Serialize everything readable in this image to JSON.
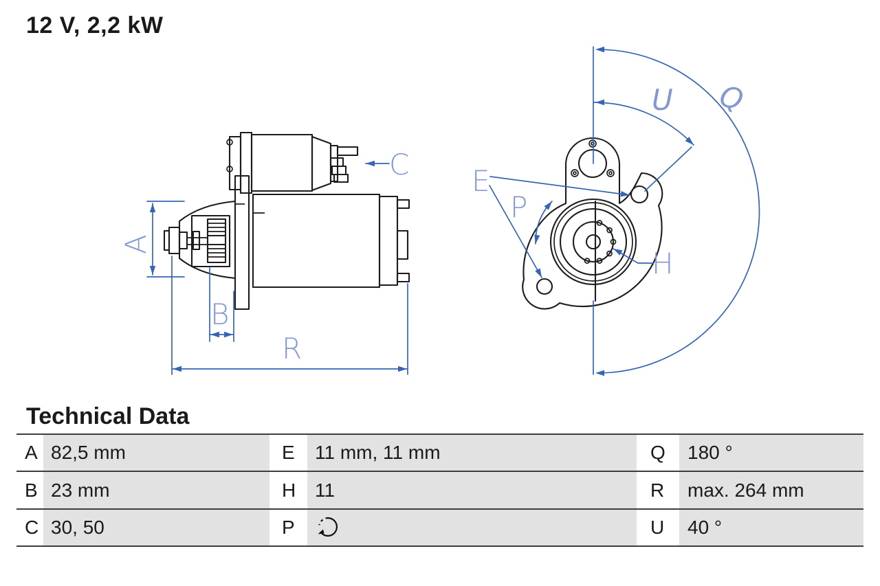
{
  "page": {
    "title": "12 V, 2,2 kW"
  },
  "tech_table": {
    "heading": "Technical Data",
    "rows": [
      {
        "cells": [
          {
            "label": "A",
            "value": "82,5 mm"
          },
          {
            "label": "E",
            "value": "11 mm, 11 mm"
          },
          {
            "label": "Q",
            "value": "180 °"
          }
        ]
      },
      {
        "cells": [
          {
            "label": "B",
            "value": "23 mm"
          },
          {
            "label": "H",
            "value": "11"
          },
          {
            "label": "R",
            "value": "max. 264 mm"
          }
        ]
      },
      {
        "cells": [
          {
            "label": "C",
            "value": "30, 50"
          },
          {
            "label": "P",
            "value": "",
            "icon": "rotation-direction-ccw-icon"
          },
          {
            "label": "U",
            "value": "40 °"
          }
        ]
      }
    ]
  },
  "diagram": {
    "labels": {
      "A": "A",
      "B": "B",
      "C": "C",
      "R": "R",
      "E": "E",
      "P": "P",
      "H": "H",
      "U": "U",
      "Q": "Q"
    },
    "colors": {
      "dimension_line": "#3565b5",
      "dimension_label": "#8299d4",
      "drawing_line": "#1c1c1c",
      "table_cell_bg": "#e2e2e2"
    }
  }
}
